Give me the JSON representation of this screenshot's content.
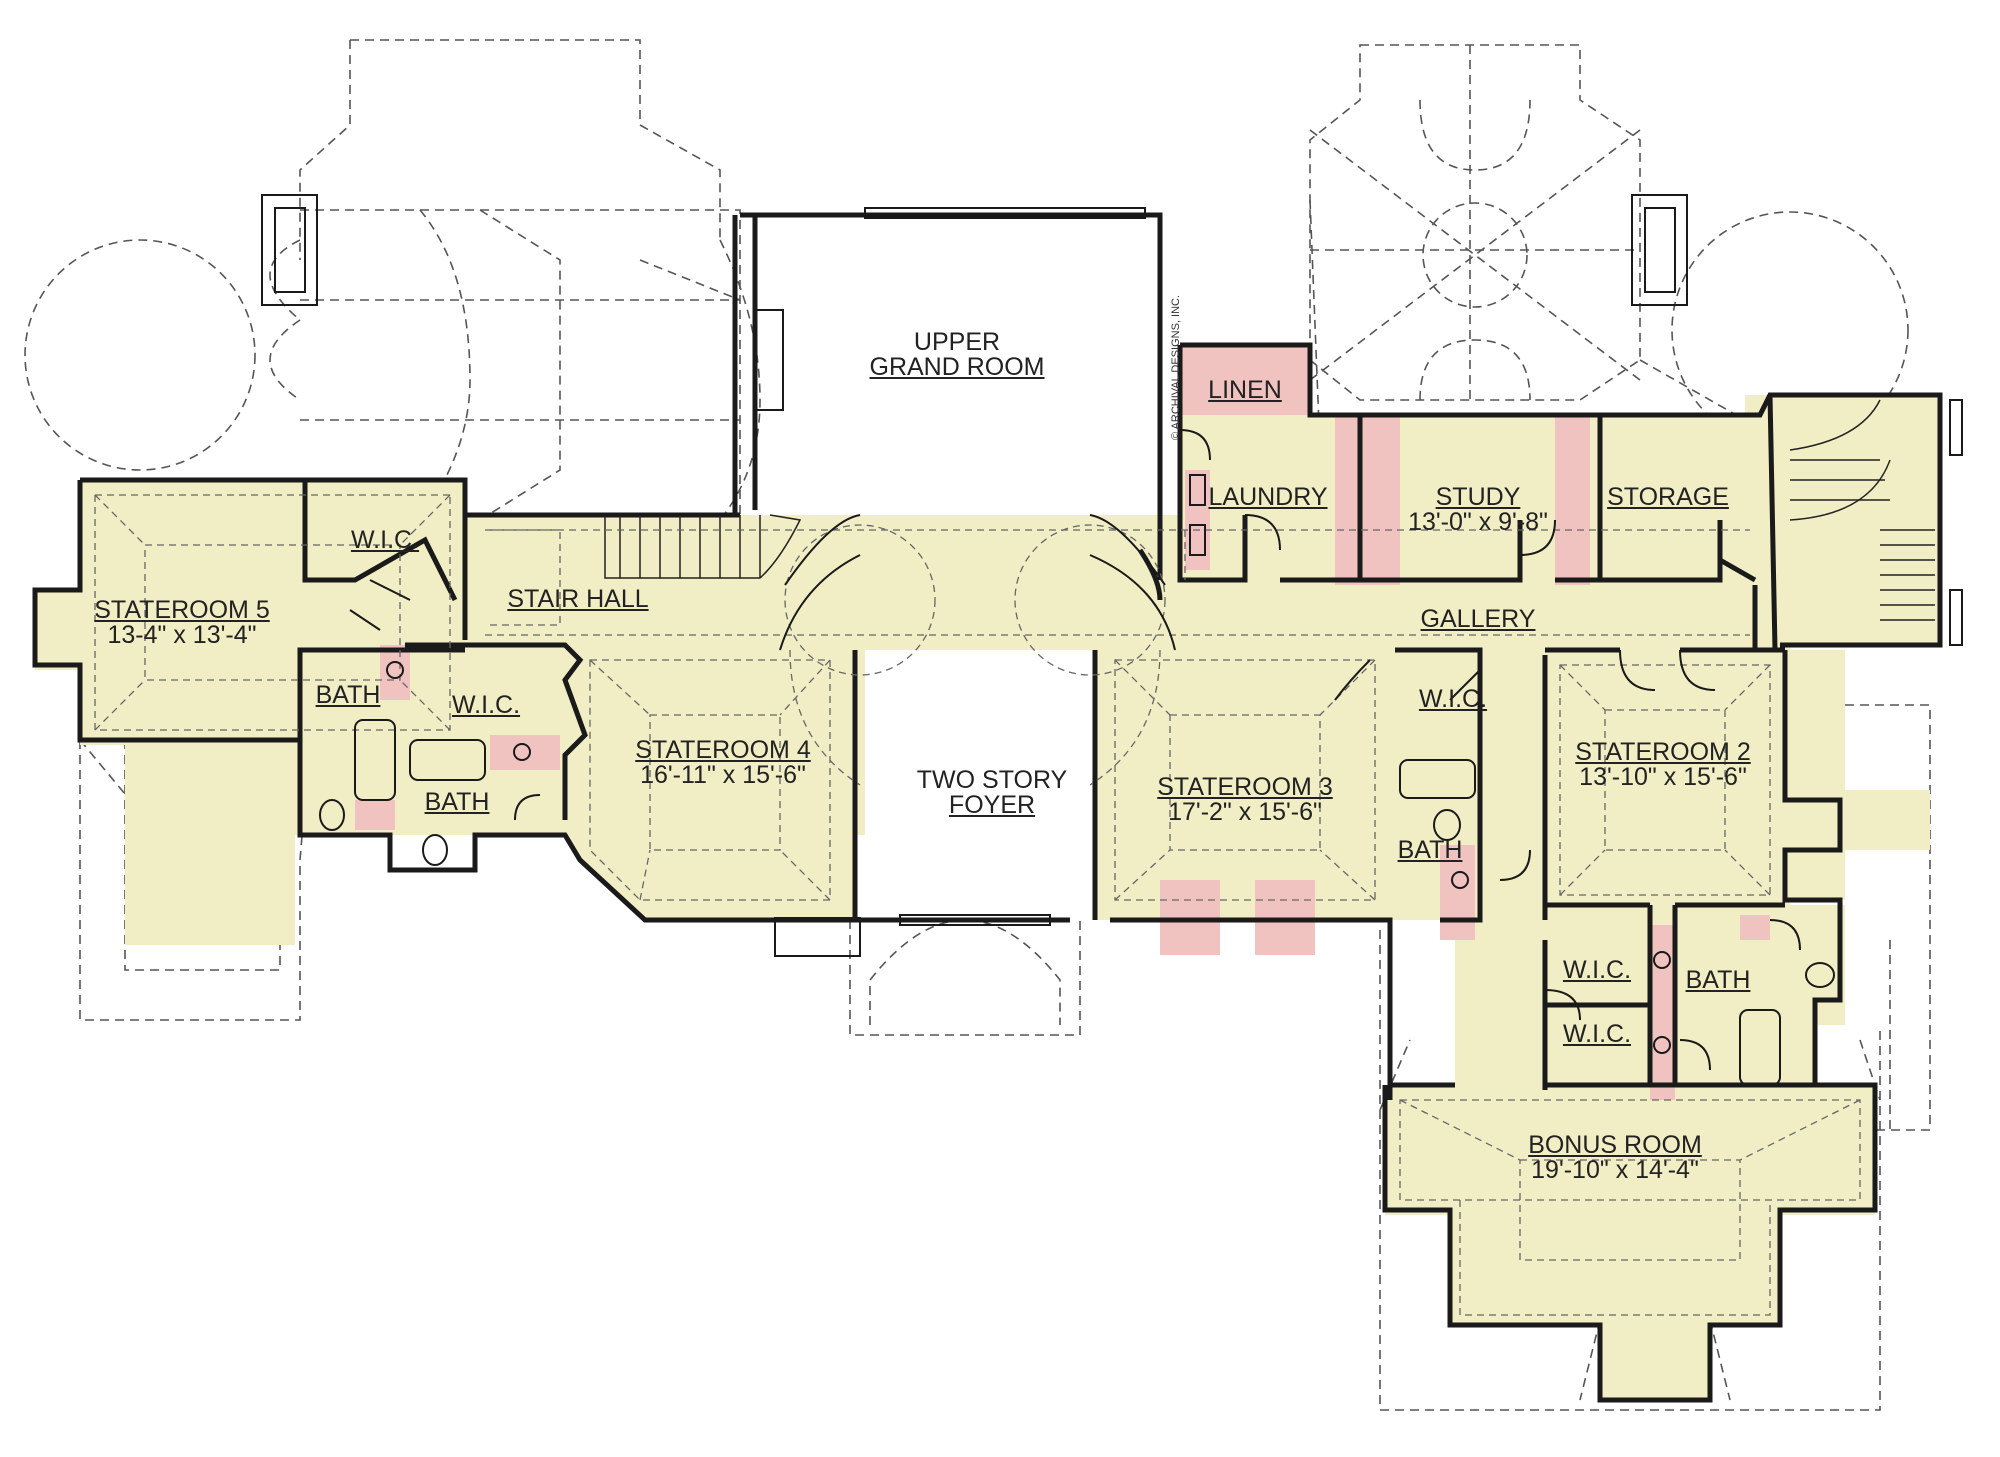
{
  "credit": "© ARCHIVAL DESIGNS, INC.",
  "rooms": {
    "upper_grand_room": {
      "line1": "UPPER",
      "line2": "GRAND ROOM"
    },
    "linen": {
      "name": "LINEN"
    },
    "laundry": {
      "name": "LAUNDRY"
    },
    "study": {
      "name": "STUDY",
      "dim": "13'-0\" x 9'-8\""
    },
    "storage": {
      "name": "STORAGE"
    },
    "stateroom_5": {
      "name": "STATEROOM 5",
      "dim": "13-4\" x 13'-4\""
    },
    "wic_5": {
      "name": "W.I.C."
    },
    "stair_hall": {
      "name": "STAIR HALL"
    },
    "gallery": {
      "name": "GALLERY"
    },
    "bath_5": {
      "name": "BATH"
    },
    "wic_4": {
      "name": "W.I.C."
    },
    "bath_4": {
      "name": "BATH"
    },
    "stateroom_4": {
      "name": "STATEROOM 4",
      "dim": "16'-11\" x 15'-6\""
    },
    "two_story_foyer": {
      "line1": "TWO STORY",
      "line2": "FOYER"
    },
    "stateroom_3": {
      "name": "STATEROOM 3",
      "dim": "17'-2\" x 15'-6\""
    },
    "wic_3": {
      "name": "W.I.C."
    },
    "bath_3": {
      "name": "BATH"
    },
    "stateroom_2": {
      "name": "STATEROOM 2",
      "dim": "13'-10\" x 15'-6\""
    },
    "wic_2a": {
      "name": "W.I.C."
    },
    "wic_2b": {
      "name": "W.I.C."
    },
    "bath_2": {
      "name": "BATH"
    },
    "bonus_room": {
      "name": "BONUS ROOM",
      "dim": "19'-10\" x 14'-4\""
    }
  }
}
